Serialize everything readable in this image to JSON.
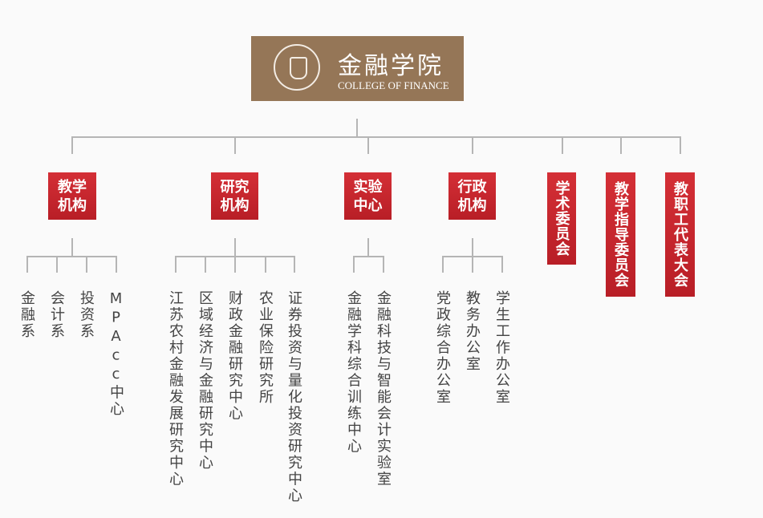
{
  "logo": {
    "cn": "金融学院",
    "en": "COLLEGE OF FINANCE"
  },
  "top": [
    {
      "label": "教学机构",
      "children": [
        "金融系",
        "会计系",
        "投资系",
        "MPAcc中心"
      ]
    },
    {
      "label": "研究机构",
      "children": [
        "江苏农村金融发展研究中心",
        "区域经济与金融研究中心",
        "财政金融研究中心",
        "农业保险研究所",
        "证券投资与量化投资研究中心"
      ]
    },
    {
      "label": "实验中心",
      "children": [
        "金融学科综合训练中心",
        "金融科技与智能会计实验室"
      ]
    },
    {
      "label": "行政机构",
      "children": [
        "党政综合办公室",
        "教务办公室",
        "学生工作办公室"
      ]
    },
    {
      "label": "学术委员会"
    },
    {
      "label": "教学指导委员会"
    },
    {
      "label": "教职工代表大会"
    }
  ]
}
